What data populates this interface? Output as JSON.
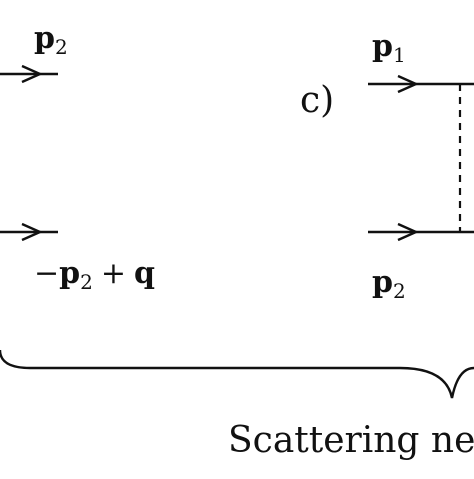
{
  "diagram": {
    "left_panel": {
      "top_momentum": {
        "base": "p",
        "sub": "2"
      },
      "bottom_momentum": {
        "minus": "−",
        "p": "p",
        "sub": "2",
        "plus": "+",
        "q": "q"
      }
    },
    "panel_c": {
      "label": "c)",
      "top_momentum": {
        "base": "p",
        "sub": "1"
      },
      "bottom_momentum": {
        "base": "p",
        "sub": "2"
      }
    },
    "caption": "Scattering ne"
  }
}
